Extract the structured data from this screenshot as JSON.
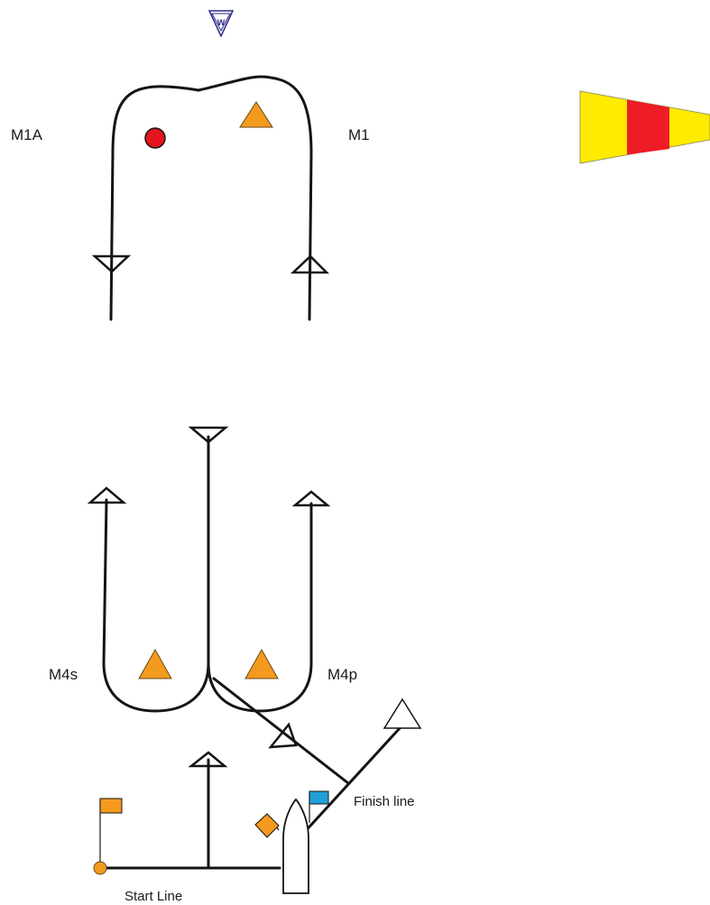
{
  "wind_indicator": {
    "letter": "W",
    "color": "#2e2a8c"
  },
  "labels": {
    "m1a": "M1A",
    "m1": "M1",
    "m4s": "M4s",
    "m4p": "M4p",
    "finish_line": "Finish line",
    "start_line": "Start Line"
  },
  "colors": {
    "mark_orange": "#f39a1f",
    "mark_red": "#e4151f",
    "flag_blue": "#1fa0d8",
    "pennant_yellow": "#ffeb00",
    "pennant_red": "#ee1c25",
    "line": "#141414"
  },
  "marks": {
    "m1_mark": "orange-triangle",
    "m1a_mark": "red-circle",
    "m4s_mark": "orange-triangle",
    "m4p_mark": "orange-triangle",
    "finish_mark": "white-triangle",
    "pin_end_mark": "orange-circle"
  },
  "flags": {
    "course_pennant": "yellow-red-yellow",
    "pin_flag": "orange-flag",
    "committee_boat_flag": "orange-flag",
    "finish_flag": "blue-flag"
  }
}
